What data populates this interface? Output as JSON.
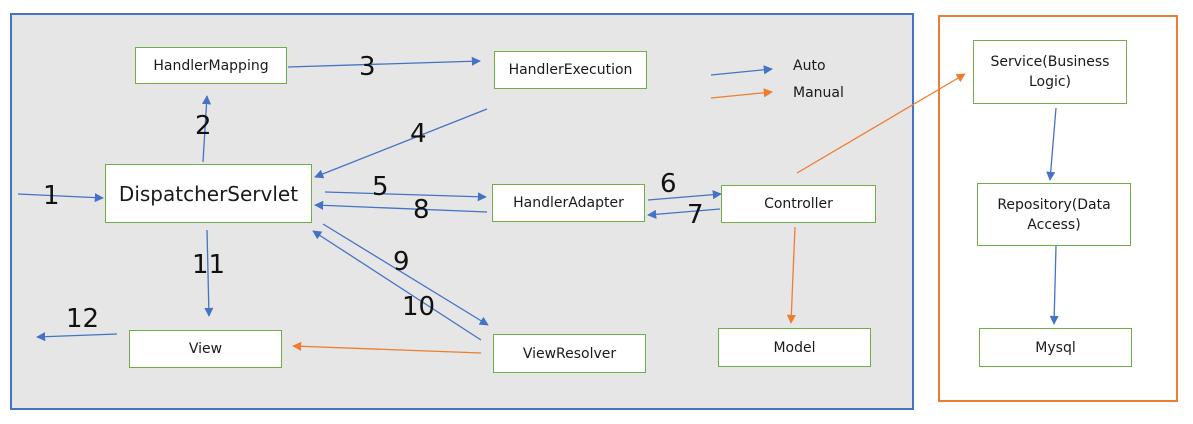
{
  "colors": {
    "auto": "#4472c4",
    "manual": "#ed7d31",
    "node_border": "#70ad47",
    "panel_bg": "#e6e6e6"
  },
  "legend": {
    "auto": "Auto",
    "manual": "Manual"
  },
  "nodes": {
    "handler_mapping": "HandlerMapping",
    "handler_execution": "HandlerExecution",
    "dispatcher_servlet": "DispatcherServlet",
    "handler_adapter": "HandlerAdapter",
    "controller": "Controller",
    "view": "View",
    "view_resolver": "ViewResolver",
    "model": "Model",
    "service": "Service(Business\nLogic)",
    "repository": "Repository(Data\nAccess)",
    "mysql": "Mysql"
  },
  "steps": [
    "1",
    "2",
    "3",
    "4",
    "5",
    "6",
    "7",
    "8",
    "9",
    "10",
    "11",
    "12"
  ]
}
